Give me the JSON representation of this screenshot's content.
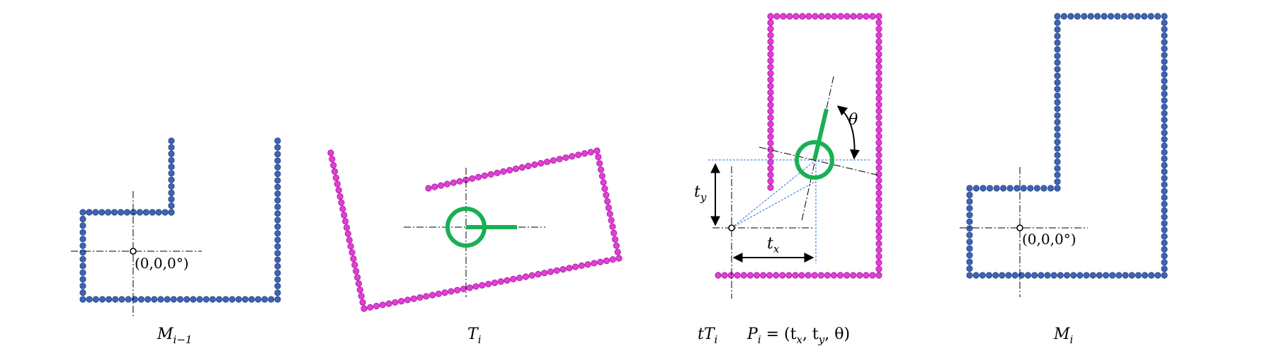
{
  "colors": {
    "map_points": "#3f64b4",
    "map_points_edge": "#2b4a8c",
    "scan_points": "#e23fd6",
    "scan_points_edge": "#b01fa6",
    "robot": "#1aaf54",
    "axis": "#000000",
    "guide": "#2f6fd0"
  },
  "icons": {
    "origin": "origin-marker-icon",
    "robot": "robot-pose-icon",
    "point": "scan-point-icon"
  },
  "panels": [
    {
      "caption_main": "M",
      "caption_sub": "i−1",
      "origin_label": "(0,0,0°)"
    },
    {
      "caption_main": "T",
      "caption_sub": "i"
    },
    {
      "caption_prefix": "tT",
      "caption_sub": "i",
      "formula_main": "P",
      "formula_sub": "i",
      "formula_rest_1": " = (t",
      "formula_sub_x": "x",
      "formula_rest_2": ", t",
      "formula_sub_y": "y",
      "formula_rest_3": ", θ)",
      "tx_main": "t",
      "tx_sub": "x",
      "ty_main": "t",
      "ty_sub": "y",
      "theta": "θ"
    },
    {
      "caption_main": "M",
      "caption_sub": "i",
      "origin_label": "(0,0,0°)"
    }
  ]
}
